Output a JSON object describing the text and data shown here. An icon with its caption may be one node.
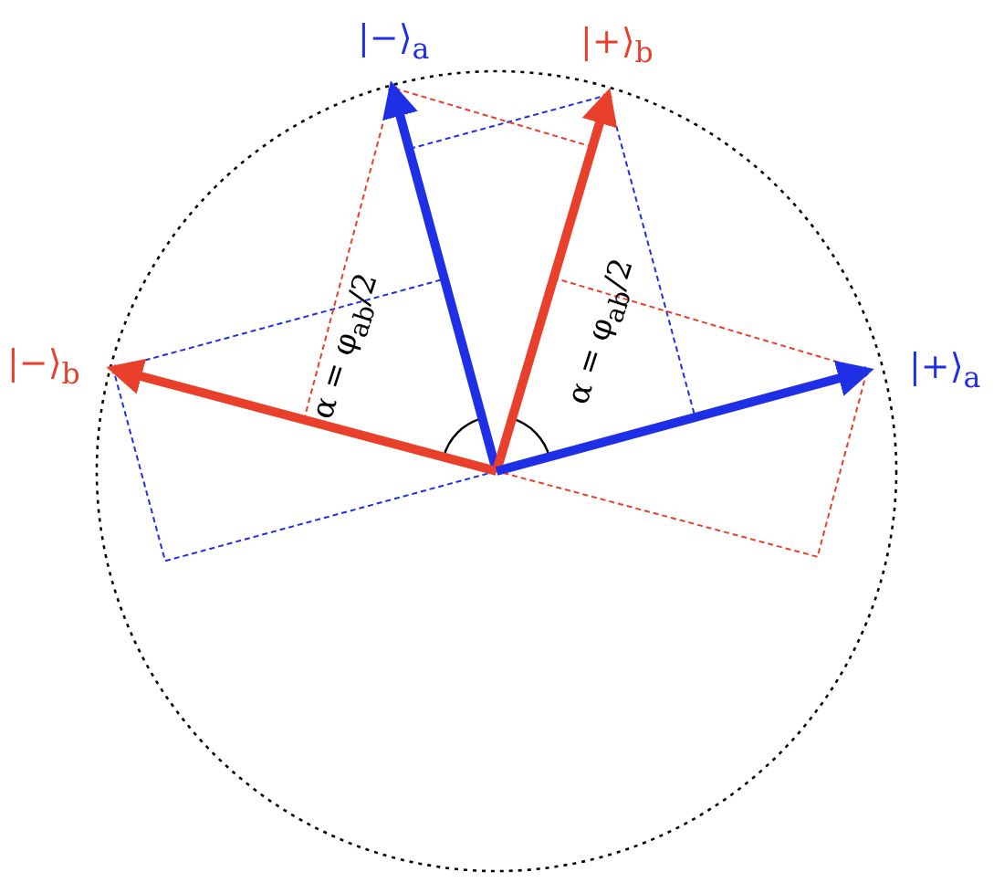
{
  "diagram": {
    "labels": [
      "|−⟩$_{a}$",
      "|+⟩$_{b}$",
      "|−⟩$_{b}$",
      "|+⟩$_{a}$",
      "α = φ$_{ab}$/2",
      "α = φ$_{ab}$/2"
    ]
  }
}
